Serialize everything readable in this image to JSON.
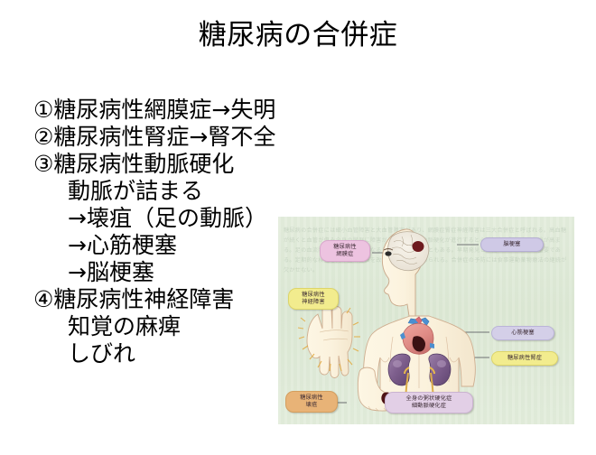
{
  "slide": {
    "title": "糖尿病の合併症",
    "background_color": "#ffffff",
    "text_color": "#000000",
    "body_lines": [
      {
        "text": "①糖尿病性網膜症→失明",
        "indent": 0
      },
      {
        "text": "②糖尿病性腎症→腎不全",
        "indent": 0
      },
      {
        "text": "③糖尿病性動脈硬化",
        "indent": 0
      },
      {
        "text": "動脈が詰まる",
        "indent": 1
      },
      {
        "text": "→壊疽（足の動脈）",
        "indent": 1
      },
      {
        "text": "→心筋梗塞",
        "indent": 1
      },
      {
        "text": "→脳梗塞",
        "indent": 1
      },
      {
        "text": "④糖尿病性神経障害",
        "indent": 0
      },
      {
        "text": "知覚の麻痺",
        "indent": 1
      },
      {
        "text": "しびれ",
        "indent": 1
      }
    ]
  },
  "illustration": {
    "caption_alt": "糖尿病の合併症の人体図",
    "background_color": "#dfe9d8",
    "labels": [
      {
        "id": "retinopathy",
        "text": "糖尿病性\n網膜症",
        "color": "#edc3e0"
      },
      {
        "id": "brain-infarct",
        "text": "脳梗塞",
        "color": "#cfc9e6"
      },
      {
        "id": "neuropathy",
        "text": "糖尿病性\n神経障害",
        "color": "#f2ec8e"
      },
      {
        "id": "heart-infarct",
        "text": "心筋梗塞",
        "color": "#d4cfe8"
      },
      {
        "id": "nephropathy",
        "text": "糖尿病性腎症",
        "color": "#f2ec8e"
      },
      {
        "id": "gangrene",
        "text": "糖尿病性\n壊疽",
        "color": "#e8b377"
      },
      {
        "id": "atherosclerosis",
        "text": "全身の粥状硬化症\n細動脈硬化症",
        "color": "#e2cfe6"
      }
    ]
  }
}
